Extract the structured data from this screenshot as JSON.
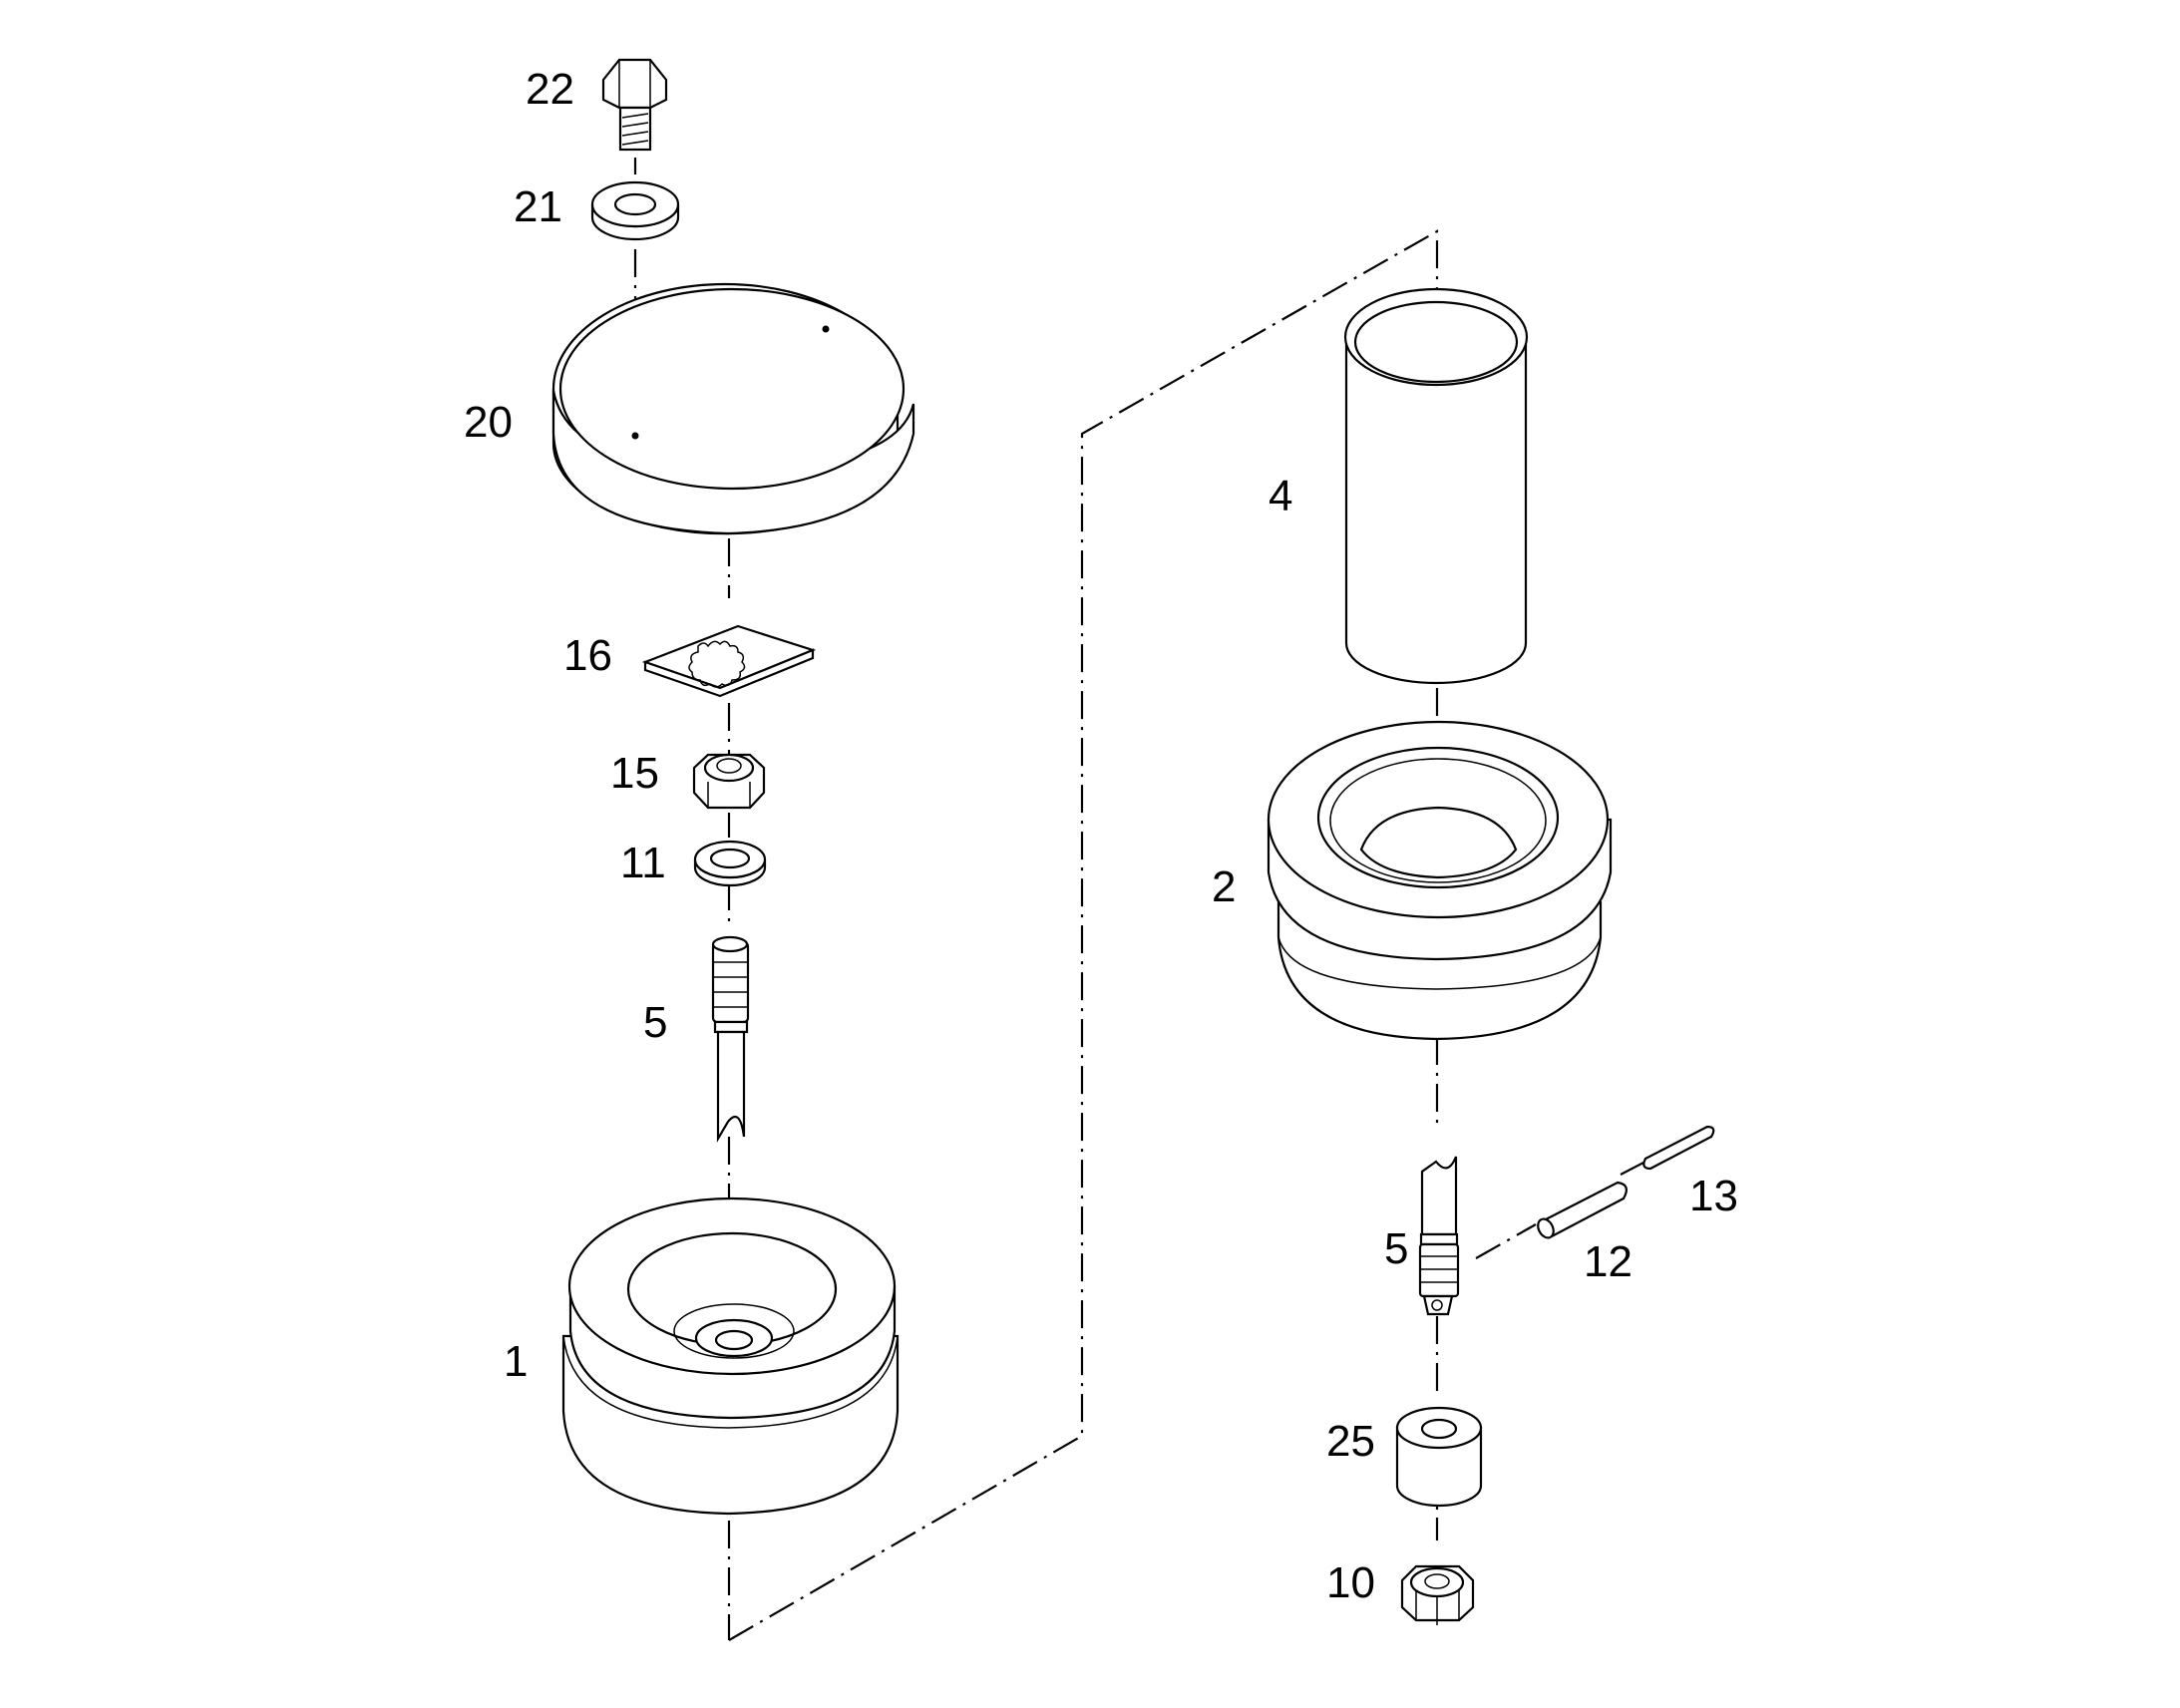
{
  "diagram": {
    "parts": [
      {
        "id": "p22",
        "label": "22",
        "icon": "hex-bolt-icon"
      },
      {
        "id": "p21",
        "label": "21",
        "icon": "flat-washer-icon"
      },
      {
        "id": "p20",
        "label": "20",
        "icon": "cap-cover-icon"
      },
      {
        "id": "p16",
        "label": "16",
        "icon": "lock-plate-icon"
      },
      {
        "id": "p15",
        "label": "15",
        "icon": "hex-nut-icon"
      },
      {
        "id": "p11",
        "label": "11",
        "icon": "washer-icon"
      },
      {
        "id": "p5a",
        "label": "5",
        "icon": "shaft-icon"
      },
      {
        "id": "p1",
        "label": "1",
        "icon": "roller-base-icon"
      },
      {
        "id": "p4",
        "label": "4",
        "icon": "sleeve-tube-icon"
      },
      {
        "id": "p2",
        "label": "2",
        "icon": "wheel-hub-icon"
      },
      {
        "id": "p5b",
        "label": "5",
        "icon": "shaft-icon"
      },
      {
        "id": "p13",
        "label": "13",
        "icon": "pin-icon"
      },
      {
        "id": "p12",
        "label": "12",
        "icon": "roll-pin-icon"
      },
      {
        "id": "p25",
        "label": "25",
        "icon": "spacer-bushing-icon"
      },
      {
        "id": "p10",
        "label": "10",
        "icon": "castle-nut-icon"
      }
    ]
  }
}
